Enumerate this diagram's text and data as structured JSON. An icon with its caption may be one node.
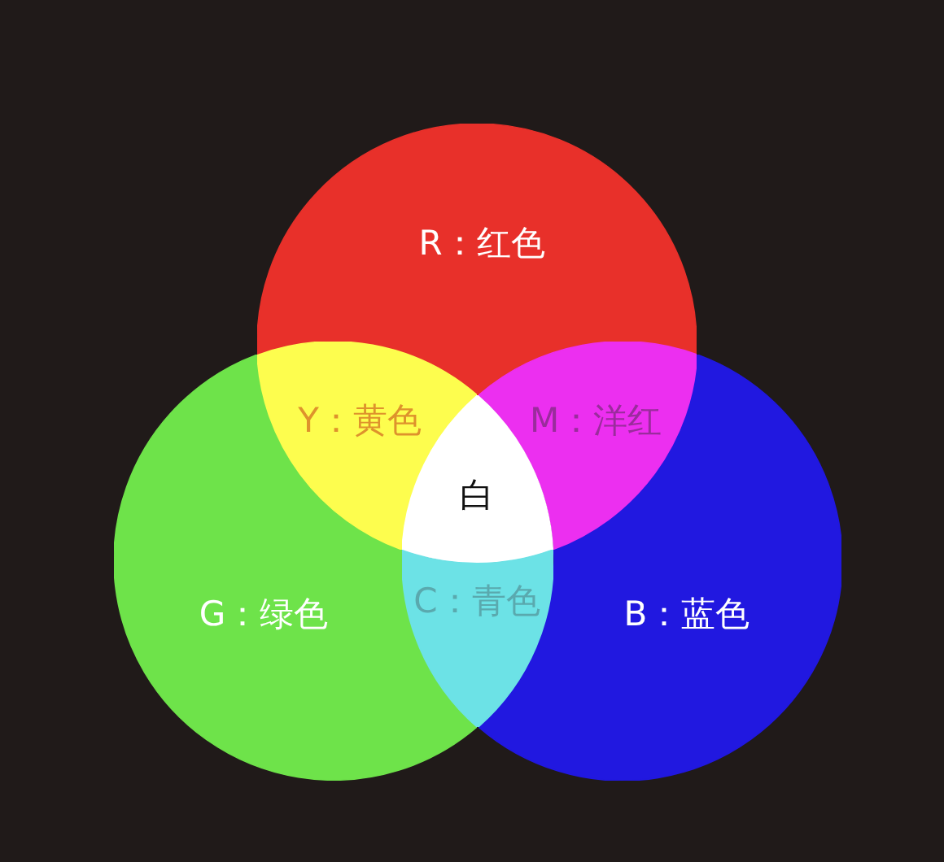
{
  "diagram": {
    "nodes": [
      {
        "text": [
          "R：红色"
        ]
      },
      {
        "text": [
          "Y：黄色"
        ]
      },
      {
        "text": [
          "M：洋红"
        ]
      },
      {
        "text": [
          "白"
        ]
      },
      {
        "text": [
          "G：绿色"
        ]
      },
      {
        "text": [
          "C：青色"
        ]
      },
      {
        "text": [
          "B：蓝色"
        ]
      }
    ]
  }
}
